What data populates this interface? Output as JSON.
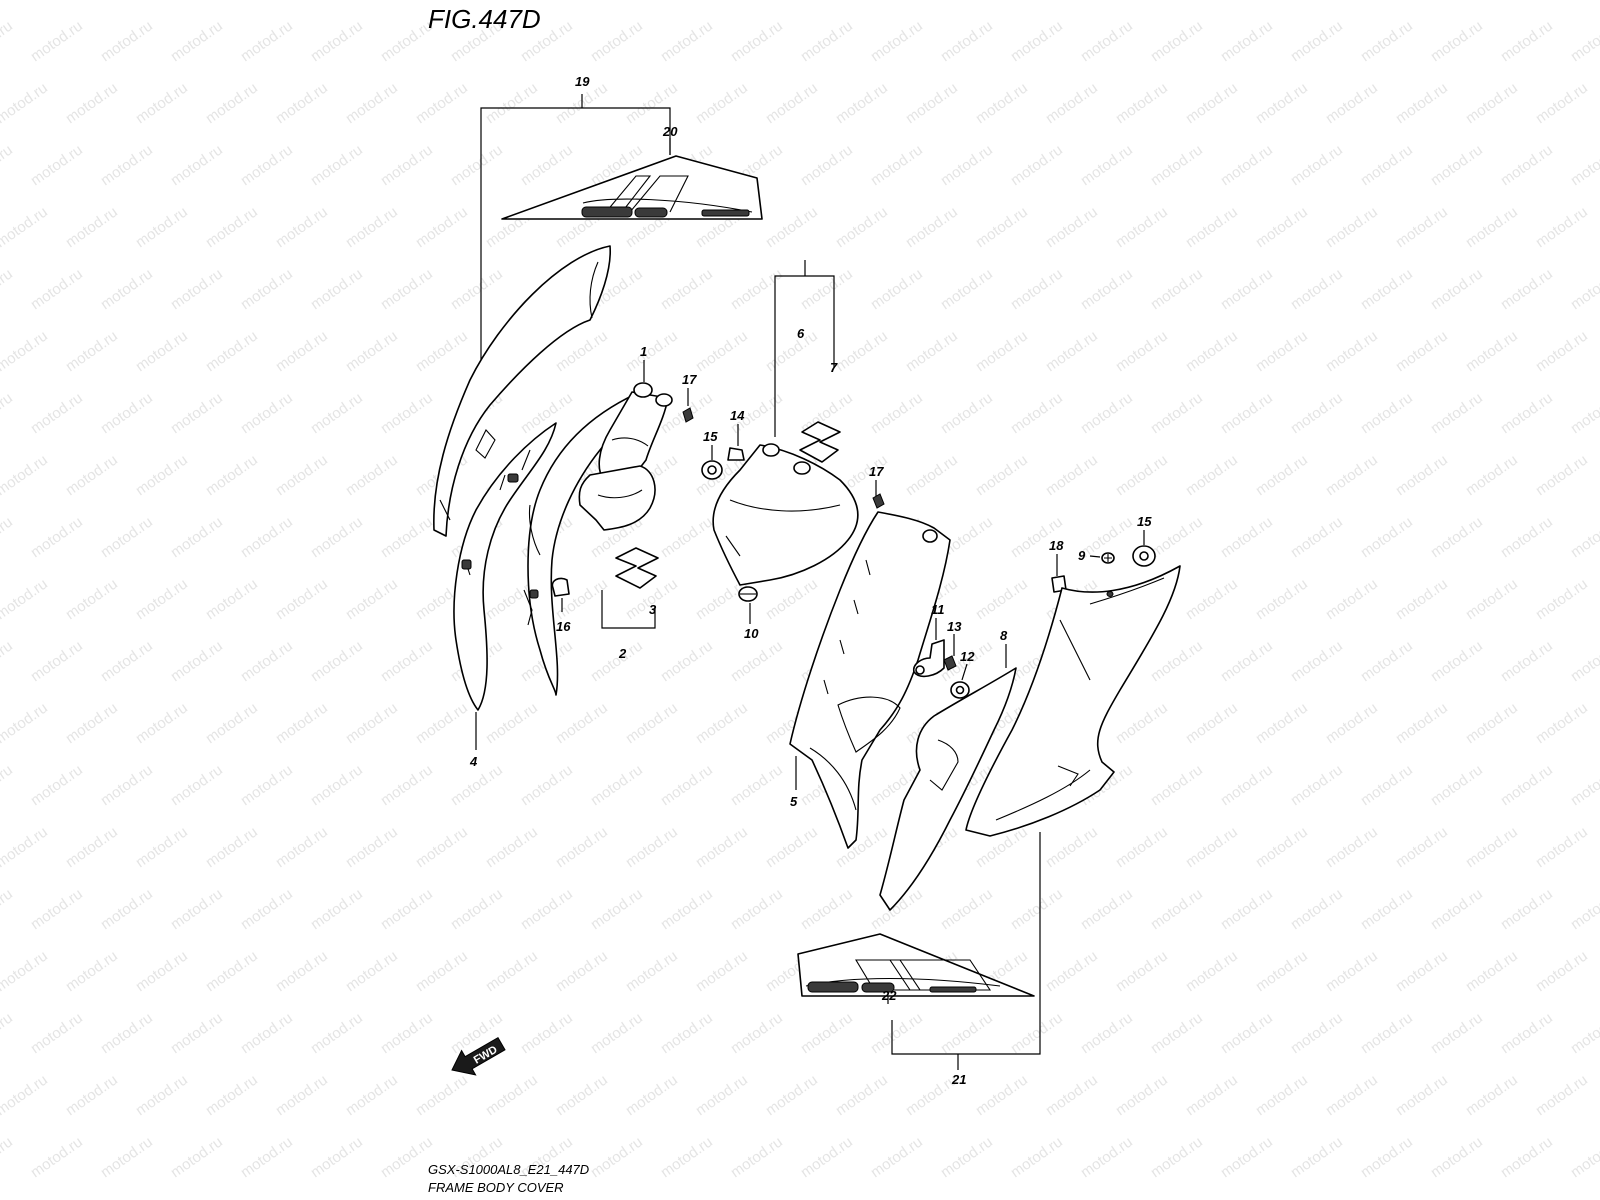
{
  "figure": {
    "title": "FIG.447D",
    "model_code": "GSX-S1000AL8_E21_447D",
    "caption": "FRAME BODY COVER"
  },
  "watermark": {
    "text": "motod.ru"
  },
  "direction_arrow": {
    "label": "FWD"
  },
  "callouts": {
    "c1": "1",
    "c2": "2",
    "c3": "3",
    "c4": "4",
    "c5": "5",
    "c6": "6",
    "c7": "7",
    "c8": "8",
    "c9": "9",
    "c10": "10",
    "c11": "11",
    "c12": "12",
    "c13": "13",
    "c14": "14",
    "c15a": "15",
    "c15b": "15",
    "c16": "16",
    "c17a": "17",
    "c17b": "17",
    "c18": "18",
    "c19": "19",
    "c20": "20",
    "c21": "21",
    "c22": "22"
  },
  "colors": {
    "line": "#000000",
    "background": "#ffffff",
    "watermark": "#cfcfcf"
  }
}
